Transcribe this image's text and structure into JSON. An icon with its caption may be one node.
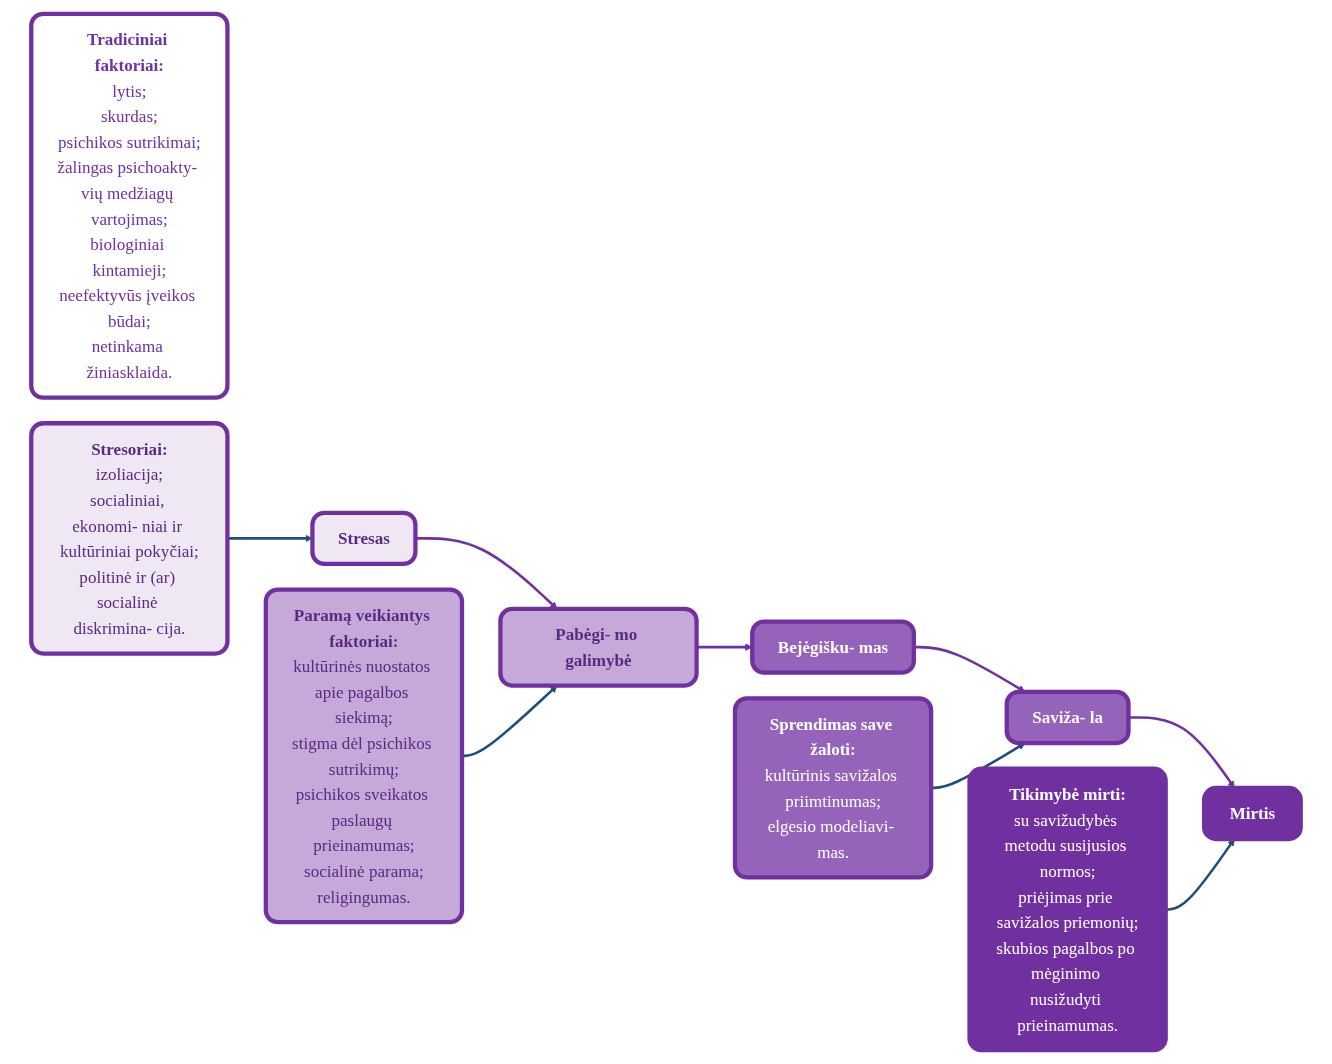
{
  "diagram": {
    "nodes": [
      {
        "text": [
          "Tradiciniai faktoriai:",
          "lytis;",
          "skurdas;",
          "psichikos sutrikimai;",
          "žalingas psichoakty- vių medžiagų vartojimas;",
          "biologiniai kintamieji;",
          "neefektyvūs įveikos būdai;",
          "netinkama žiniasklaida."
        ]
      },
      {
        "text": [
          "Stresas"
        ]
      },
      {
        "text": [
          "Pabėgi- mo galimybė"
        ]
      },
      {
        "text": [
          "Bejėgišku- mas"
        ]
      },
      {
        "text": [
          "Saviža- la"
        ]
      },
      {
        "text": [
          "Mirtis"
        ]
      },
      {
        "text": [
          "Stresoriai:",
          "izoliacija;",
          "socialiniai, ekonomi- niai ir kultūriniai pokyčiai;",
          "politinė ir (ar) socialinė diskrimina- cija."
        ]
      },
      {
        "text": [
          "Paramą veikiantys faktoriai:",
          "kultūrinės nuostatos apie pagalbos siekimą;",
          "stigma dėl psichikos sutrikimų;",
          "psichikos sveikatos paslaugų prieinamumas;",
          "socialinė parama;",
          "religingumas."
        ]
      },
      {
        "text": [
          "Sprendimas save žaloti:",
          "kultūrinis savižalos priimtinumas;",
          "elgesio modeliavi- mas."
        ]
      },
      {
        "text": [
          "Tikimybė mirti:",
          "su savižudybės metodu susijusios normos;",
          "priėjimas prie savižalos priemonių;",
          "skubios pagalbos po mėginimo nusižudyti prieinamumas."
        ]
      }
    ],
    "edges": [
      {
        "from": 1,
        "to": 2,
        "arrow": "to",
        "color": "#7030a0"
      },
      {
        "from": 2,
        "to": 3,
        "arrow": "to",
        "color": "#7030a0"
      },
      {
        "from": 3,
        "to": 4,
        "arrow": "to",
        "color": "#7030a0"
      },
      {
        "from": 4,
        "to": 5,
        "arrow": "to",
        "color": "#7030a0"
      },
      {
        "from": 6,
        "to": 1,
        "arrow": "to",
        "color": "#1f4e79"
      },
      {
        "from": 7,
        "to": 2,
        "arrow": "to",
        "color": "#1f4e79"
      },
      {
        "from": 8,
        "to": 4,
        "arrow": "to",
        "color": "#1f4e79"
      },
      {
        "from": 9,
        "to": 5,
        "arrow": "to",
        "color": "#1f4e79"
      }
    ]
  }
}
